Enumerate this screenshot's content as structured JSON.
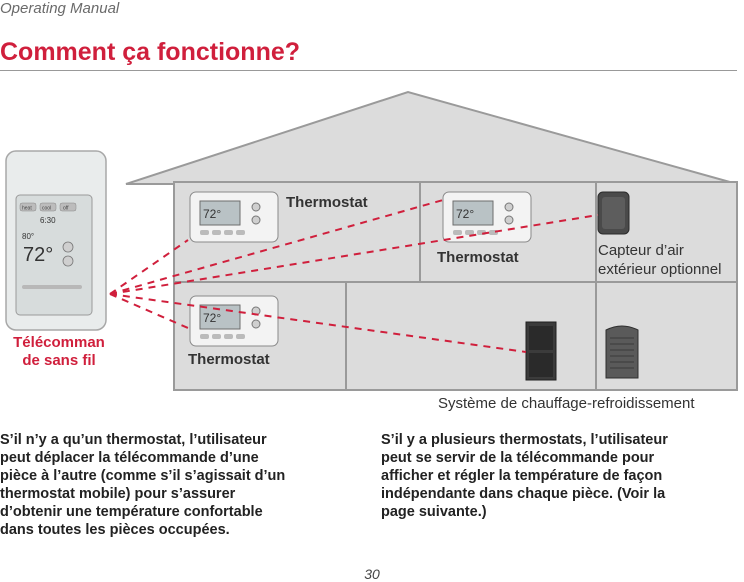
{
  "header": {
    "running_head": "Operating Manual"
  },
  "title": "Comment ça fonctionne?",
  "diagram": {
    "labels": {
      "thermostat_top_left": "Thermostat",
      "thermostat_top_right": "Thermostat",
      "thermostat_bottom": "Thermostat",
      "outdoor_sensor_line1": "Capteur d’air",
      "outdoor_sensor_line2": "extérieur optionnel",
      "system": "Système de chauffage-refroidissement",
      "remote_line1": "Télécomman",
      "remote_line2": "de sans fil"
    },
    "remote_display": {
      "mode_buttons": [
        "heat",
        "cool",
        "off"
      ],
      "time": "6:30",
      "setpoint": "80°",
      "temperature": "72°"
    },
    "thermostat_display": {
      "temperature": "72°"
    },
    "colors": {
      "accent": "#d01f3c",
      "house_wall": "#dcdcdc",
      "house_outline": "#9a9a9a",
      "signal_line": "#d01f3c"
    }
  },
  "paragraphs": {
    "left": [
      "S’il n’y a qu’un thermostat, l’utilisateur",
      "peut déplacer la télécommande d’une",
      "pièce à l’autre (comme s’il s’agissait d’un",
      "thermostat mobile) pour s’assurer",
      "d’obtenir une température confortable",
      "dans toutes les pièces occupées."
    ],
    "right": [
      "S’il y a plusieurs thermostats, l’utilisateur",
      "peut se servir de la télécommande pour",
      "afficher et régler la température de façon",
      "indépendante dans chaque pièce. (Voir la",
      "page suivante.)"
    ]
  },
  "page_number": "30"
}
